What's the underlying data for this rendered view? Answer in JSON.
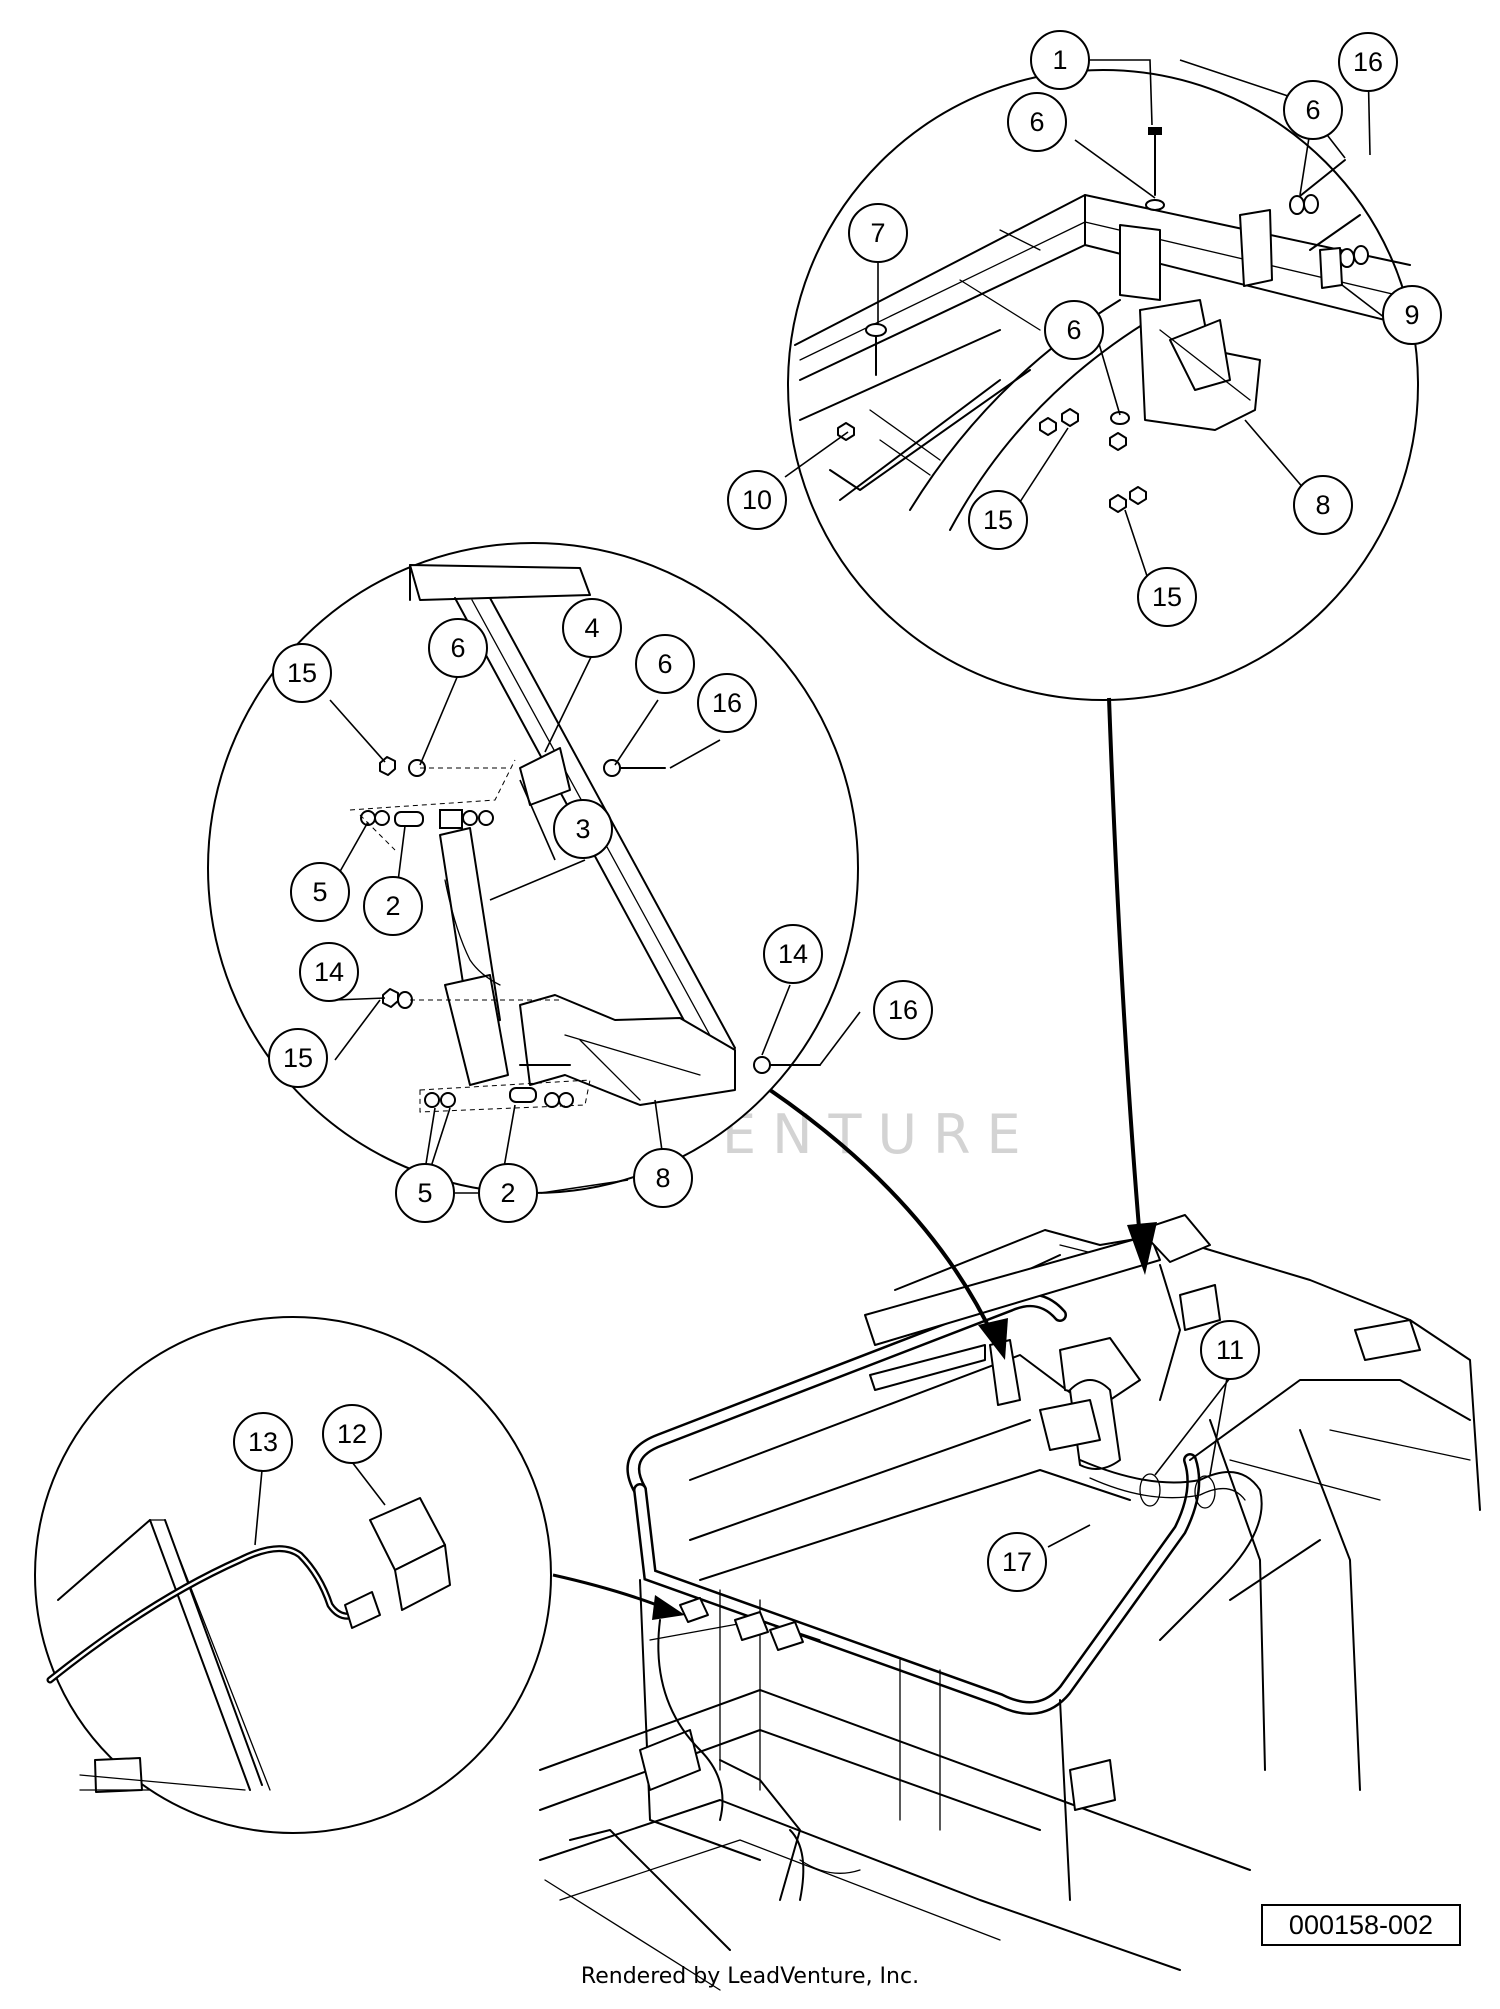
{
  "diagram": {
    "callouts": [
      {
        "id": "c1-top",
        "label": "1"
      },
      {
        "id": "c6-top-a",
        "label": "6"
      },
      {
        "id": "c6-top-b",
        "label": "6"
      },
      {
        "id": "c16-top",
        "label": "16"
      },
      {
        "id": "c7-top",
        "label": "7"
      },
      {
        "id": "c6-top-c",
        "label": "6"
      },
      {
        "id": "c9-top",
        "label": "9"
      },
      {
        "id": "c10-top",
        "label": "10"
      },
      {
        "id": "c15-top-a",
        "label": "15"
      },
      {
        "id": "c8-top",
        "label": "8"
      },
      {
        "id": "c15-top-b",
        "label": "15"
      },
      {
        "id": "c15-mid-a",
        "label": "15"
      },
      {
        "id": "c6-mid-a",
        "label": "6"
      },
      {
        "id": "c4-mid",
        "label": "4"
      },
      {
        "id": "c6-mid-b",
        "label": "6"
      },
      {
        "id": "c16-mid-a",
        "label": "16"
      },
      {
        "id": "c3-mid",
        "label": "3"
      },
      {
        "id": "c5-mid-a",
        "label": "5"
      },
      {
        "id": "c2-mid-a",
        "label": "2"
      },
      {
        "id": "c14-mid-a",
        "label": "14"
      },
      {
        "id": "c14-mid-b",
        "label": "14"
      },
      {
        "id": "c16-mid-b",
        "label": "16"
      },
      {
        "id": "c15-mid-b",
        "label": "15"
      },
      {
        "id": "c5-mid-b",
        "label": "5"
      },
      {
        "id": "c2-mid-b",
        "label": "2"
      },
      {
        "id": "c8-mid",
        "label": "8"
      },
      {
        "id": "c13-left",
        "label": "13"
      },
      {
        "id": "c12-left",
        "label": "12"
      },
      {
        "id": "c11-main",
        "label": "11"
      },
      {
        "id": "c17-main",
        "label": "17"
      }
    ],
    "watermark": "LEADVENTURE",
    "reference_number": "000158-002"
  },
  "footer": {
    "credit": "Rendered by LeadVenture, Inc."
  }
}
